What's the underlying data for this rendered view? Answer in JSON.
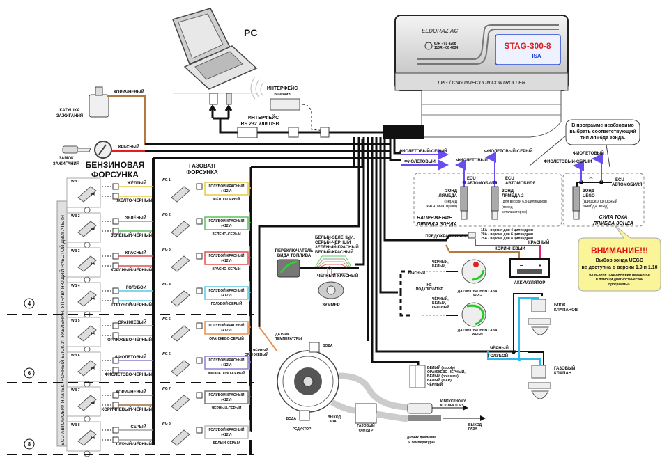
{
  "title": "STAG-300-8 ISA2 wiring diagram",
  "controller": {
    "brand": "ELDORAZ AC",
    "model": "STAG-300-8",
    "sub_model": "ISA",
    "subtitle": "LPG / CNG INJECTION CONTROLLER",
    "cert_line1": "67R - 01 4288",
    "cert_line2": "110R - 00 4634"
  },
  "pc": {
    "label": "PC",
    "interface_bt_title": "ИНТЕРФЕЙС",
    "interface_bt_sub": "Bluetooth",
    "interface_rs_title": "ИНТЕРФЕЙС",
    "interface_rs_sub": "RS 232 или USB"
  },
  "ignition": {
    "coil_label_1": "КАТУШКА",
    "coil_label_2": "ЗАЖИГАНИЯ",
    "coil_wire": "КОРИЧНЕВЫЙ",
    "lock_label_1": "ЗАМОК",
    "lock_label_2": "ЗАЖИГАНИЯ",
    "lock_wire": "КРАСНЫЙ"
  },
  "petrol_injectors": {
    "title_1": "БЕНЗИНОВАЯ",
    "title_2": "ФОРСУНКА",
    "items": [
      {
        "id": "WB 1",
        "wire1": "ЖЁЛТЫЙ",
        "wire2": "ЖЁЛТО-ЧЁРНЫЙ",
        "color": "#e8c84a"
      },
      {
        "id": "WB 2",
        "wire1": "ЗЕЛЁНЫЙ",
        "wire2": "ЗЕЛЁНЫЙ-ЧЁРНЫЙ",
        "color": "#5cc05c"
      },
      {
        "id": "WB 3",
        "wire1": "КРАСНЫЙ",
        "wire2": "КРАСНЫЙ-ЧЁРНЫЙ",
        "color": "#e05050"
      },
      {
        "id": "WB 4",
        "wire1": "ГОЛУБОЙ",
        "wire2": "ГОЛУБОЙ-ЧЁРНЫЙ",
        "color": "#5cc8e0"
      },
      {
        "id": "WB 5",
        "wire1": "ОРАНЖЕВЫЙ",
        "wire2": "ОРАНЖЕВО-ЧЁРНЫЙ",
        "color": "#e89050"
      },
      {
        "id": "WB 6",
        "wire1": "ФИОЛЕТОВЫЙ",
        "wire2": "ФИОЛЕТОВО-ЧЁРНЫЙ",
        "color": "#9080d0"
      },
      {
        "id": "WB 7",
        "wire1": "КОРИЧНЕВЫЙ",
        "wire2": "КОРИЧНЕВЫЙ-ЧЁРНЫЙ",
        "color": "#a07040"
      },
      {
        "id": "WB 8",
        "wire1": "СЕРЫЙ",
        "wire2": "СЕРЫЙ-ЧЁРНЫЙ",
        "color": "#a0a0a0"
      }
    ]
  },
  "gas_injectors": {
    "title_1": "ГАЗОВАЯ",
    "title_2": "ФОРСУНКА",
    "items": [
      {
        "id": "WG 1",
        "power_1": "ГОЛУБОЙ-КРАСНЫЙ",
        "power_2": "(+12V)",
        "signal": "ЖЁЛТО-СЕРЫЙ",
        "color": "#e8c84a"
      },
      {
        "id": "WG 2",
        "power_1": "ГОЛУБОЙ-КРАСНЫЙ",
        "power_2": "(+12V)",
        "signal": "ЗЕЛЁНО-СЕРЫЙ",
        "color": "#5cc05c"
      },
      {
        "id": "WG 3",
        "power_1": "ГОЛУБОЙ-КРАСНЫЙ",
        "power_2": "(+12V)",
        "signal": "КРАСНО-СЕРЫЙ",
        "color": "#e05050"
      },
      {
        "id": "WG 4",
        "power_1": "ГОЛУБОЙ-КРАСНЫЙ",
        "power_2": "(+12V)",
        "signal": "ГОЛУБОЙ-СЕРЫЙ",
        "color": "#5cc8e0"
      },
      {
        "id": "WG 5",
        "power_1": "ГОЛУБОЙ-КРАСНЫЙ",
        "power_2": "(+12V)",
        "signal": "ОРАНЖЕВО-СЕРЫЙ",
        "color": "#e89050"
      },
      {
        "id": "WG 6",
        "power_1": "ГОЛУБОЙ-КРАСНЫЙ",
        "power_2": "(+12V)",
        "signal": "ФИОЛЕТОВО-СЕРЫЙ",
        "color": "#9080d0"
      },
      {
        "id": "WG 7",
        "power_1": "ГОЛУБОЙ-КРАСНЫЙ",
        "power_2": "(+12V)",
        "signal": "ЧЁРНЫЙ-СЕРЫЙ",
        "color": "#777777"
      },
      {
        "id": "WG 8",
        "power_1": "ГОЛУБОЙ-КРАСНЫЙ",
        "power_2": "(+12V)",
        "signal": "БЕЛЫЙ-СЕРЫЙ",
        "color": "#bbbbbb"
      }
    ]
  },
  "ecu_side_label": "ECU АВТОМОБИЛЯ /ЭЛЕКТРОННЫЙ БЛОК УПРАВЛЕНИЯ, УПРАВЛЯЮЩИЙ РАБОТОЙ ДВИГАТЕЛЯ",
  "cylinder_markers": [
    "4",
    "6",
    "8"
  ],
  "switch": {
    "label_1": "ПЕРЕКЛЮЧАТЕЛЬ",
    "label_2": "ВИДА ТОПЛИВА",
    "wires_1": "БЕЛЫЙ-ЗЕЛЁНЫЙ,",
    "wires_2": "СЕРЫЙ-ЧЁРНЫЙ",
    "wires_3": "ЗЕЛЁНЫЙ-КРАСНЫЙ",
    "wires_4": "БЕЛЫЙ-КРАСНЫЙ",
    "wire_black": "ЧЁРНЫЙ",
    "wire_red": "КРАСНЫЙ",
    "buzzer": "ЗУММЕР"
  },
  "lambda": {
    "bubble_1": "В программе необходимо",
    "bubble_2": "выбрать соответствующий",
    "bubble_3": "тип лямбда зонда.",
    "wire_violet_grey": "ФИОЛЕТОВЫЙ-СЕРЫЙ",
    "wire_violet": "ФИОЛЕТОВЫЙ",
    "ecu_1": "ECU",
    "ecu_2": "АВТОМОБИЛЯ",
    "probe1_1": "ЗОНД",
    "probe1_2": "ЛЯМБДА",
    "probe1_3": "(перед",
    "probe1_4": "катализатором)",
    "probe2_1": "ЗОНД",
    "probe2_2": "ЛЯМБДА 2",
    "probe2_3": "(для версии 6,8-цилиндров)",
    "probe2_4": "(перед",
    "probe2_5": "катализатором)",
    "voltage_1": "НАПРЯЖЕНИЕ",
    "voltage_2": "ЛЯМБДА ЗОНДА",
    "uego_1": "ЗОНД",
    "uego_2": "UEGO",
    "uego_3": "(широкополосный",
    "uego_4": "лямбда зонд)",
    "current_1": "СИЛА ТОКА",
    "current_2": "ЛЯМБДА ЗОНДА"
  },
  "power": {
    "fuse_label": "ПРЕДОХРАНИТЕЛЬ",
    "fuse_1": "15A - версия для 4 цилиндров",
    "fuse_2": "20A - версия для 6 цилиндров",
    "fuse_3": "25A - версия для 8 цилиндров",
    "wire_red": "КРАСНЫЙ",
    "wire_brown": "КОРИЧНЕВЫЙ",
    "battery": "АККУМУЛЯТОР",
    "minus": "−",
    "plus": "+"
  },
  "warning": {
    "title": "ВНИМАНИЕ!!!",
    "line1": "Выбор зонда UEGO",
    "line2": "не доступна в версии 1.9 и 1.10",
    "line3": "(описание подключения находится",
    "line4": "в помощи диагностической",
    "line5": "программы)."
  },
  "level_sensors": {
    "wires_1a": "ЧЁРНЫЙ,",
    "wires_1b": "БЕЛЫЙ,",
    "wire_red": "КРАСНЫЙ",
    "not_connect_1": "НЕ",
    "not_connect_2": "ПОДКЛЮЧАТЬТ",
    "wpg_1": "ДАТЧИК УРОВНЯ ГАЗА",
    "wpg_2": "WPG",
    "wires_2a": "ЧЁРНЫЙ,",
    "wires_2b": "БЕЛЫЙ,",
    "wires_2c": "КРАСНЫЙ",
    "wpgh_1": "ДАТЧИК УРОВНЯ ГАЗА",
    "wpgh_2": "WPGH"
  },
  "valves": {
    "block_1": "БЛОК",
    "block_2": "КЛАПАНОВ",
    "gas_1": "ГАЗОВЫЙ",
    "gas_2": "КЛАПАН",
    "wire_black": "ЧЁРНЫЙ",
    "wire_blue": "ГОЛУБОЙ"
  },
  "reducer": {
    "temp_1": "ДАТЧИК",
    "temp_2": "ТЕМПЕРАТУРЫ",
    "temp_w1": "ЧЁРНЫЙ",
    "temp_w2": "ОРАНЖЕВЫЙ",
    "water_top": "ВОДА",
    "water_bottom": "ВОДА",
    "reducer": "РЕДУКТОР",
    "gas_out_1": "ВЫХОД",
    "gas_out_2": "ГАЗА",
    "filter_1": "ГАЗОВЫЙ",
    "filter_2": "ФИЛЬТР",
    "map_w1": "БЕЛЫЙ (supply)",
    "map_w2": "ОРАНЖЕВО-ЧЁРНЫЙ,",
    "map_w3": "БЕЛЫЙ (pressure),",
    "map_w4": "БЕЛЫЙ (MAP),",
    "map_w5": "ЧЁРНЫЙ",
    "manifold_1": "К ВПУСКНОМУ",
    "manifold_2": "КОЛЛЕКТОРУ",
    "out_1": "ВЫХОД",
    "out_2": "ГАЗА",
    "sensor_1": "датчик давления",
    "sensor_2": "и температуры"
  },
  "colors": {
    "violet": "#6a4cf0",
    "red": "#e02020",
    "brown": "#b07a40",
    "blue": "#30b8e8",
    "pink": "#e02080",
    "warn_fill": "#fbf59a",
    "warn_title": "#e01010"
  }
}
